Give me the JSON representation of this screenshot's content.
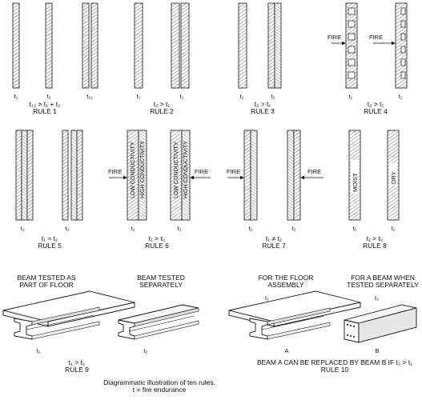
{
  "figure": {
    "caption_line1": "Diagrammatic illustration of ten rules.",
    "caption_line2": "t = fire endurance"
  },
  "rules": {
    "r1": {
      "label": "RULE 1",
      "t_left": "t₁",
      "t_mid": "t₂",
      "t_right": "t₁₂",
      "relation": "t₁₂ > t₁ + t₂"
    },
    "r2": {
      "label": "RULE 2",
      "t_left": "t₁",
      "t_right": "t₂",
      "relation": "t₂ > t₁"
    },
    "r3": {
      "label": "RULE 3",
      "t_left": "t₁",
      "t_right": "t₂",
      "relation": "t₂ > t₁"
    },
    "r4": {
      "label": "RULE 4",
      "t_left": "t₁",
      "t_right": "t₂",
      "relation": "t₂ > t₁",
      "fire_left": "FIRE",
      "fire_right": "FIRE"
    },
    "r5": {
      "label": "RULE 5",
      "t_left": "t₁",
      "t_right": "t₂",
      "relation": "t₁ ≈ t₂"
    },
    "r6": {
      "label": "RULE 6",
      "t_left": "t₁",
      "t_right": "t₂",
      "relation": "t₁ > t₂",
      "fire_left": "FIRE",
      "fire_right": "FIRE",
      "low_cond": "LOW CONDUCTIVITY",
      "high_cond": "HIGH CONDUCTIVITY"
    },
    "r7": {
      "label": "RULE 7",
      "t_left": "t₁",
      "t_right": "t₂",
      "relation": "t₁ ≠ t₂",
      "fire_left": "FIRE",
      "fire_right": "FIRE"
    },
    "r8": {
      "label": "RULE 8",
      "t_left": "t₁",
      "t_right": "t₂",
      "relation": "t₁ > t₂",
      "moist": "MOIST",
      "dry": "DRY"
    },
    "r9": {
      "label": "RULE 9",
      "t_left": "t₁",
      "t_right": "t₂",
      "relation": "t₁ > t₂",
      "head_left_1": "BEAM TESTED AS",
      "head_left_2": "PART OF FLOOR",
      "head_right_1": "BEAM TESTED",
      "head_right_2": "SEPARATELY"
    },
    "r10": {
      "label": "RULE 10",
      "t_left": "t₁",
      "t_right": "t₂",
      "head_left_1": "FOR THE FLOOR",
      "head_left_2": "ASSEMBLY",
      "head_right_1": "FOR A  BEAM WHEN",
      "head_right_2": "TESTED SEPARATELY",
      "tag_a": "A",
      "tag_b": "B",
      "statement": "BEAM A CAN BE REPLACED BY BEAM B IF t₂ > t₁"
    }
  }
}
